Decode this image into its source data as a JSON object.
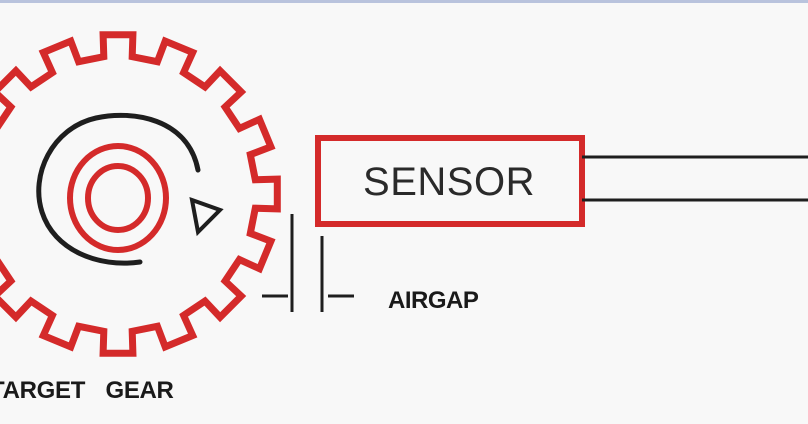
{
  "diagram": {
    "sensor_label": "SENSOR",
    "airgap_label": "AIRGAP",
    "gear_label": "TARGET GEAR",
    "colors": {
      "accent_red": "#d42a2a",
      "line_dark": "#1e1e1e",
      "background": "#f8f8f8"
    },
    "icons": [
      "gear-icon",
      "rotation-arrow-icon"
    ]
  }
}
